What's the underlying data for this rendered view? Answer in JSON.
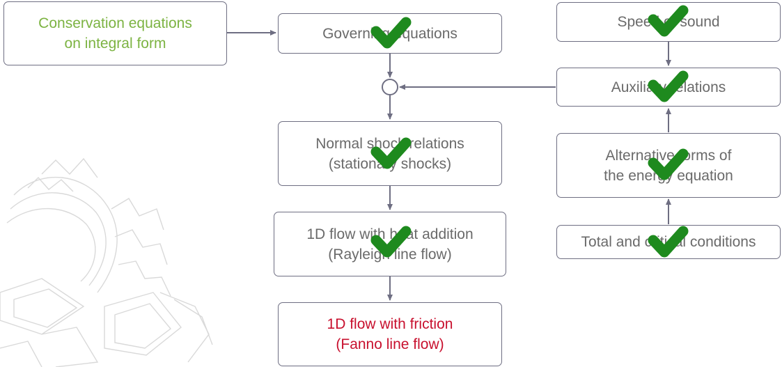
{
  "colors": {
    "border": "#6e6e82",
    "text": "#6a6a6a",
    "highlight_green": "#7cb342",
    "highlight_red": "#c8102e",
    "check": "#1e8a1e",
    "watermark": "#d9d9d9"
  },
  "nodes": {
    "conservation": {
      "line1": "Conservation equations",
      "line2": "on integral form"
    },
    "governing": {
      "line1": "Governing equations"
    },
    "normal_shock": {
      "line1": "Normal shock relations",
      "line2": "(stationary shocks)"
    },
    "heat_addition": {
      "line1": "1D flow with heat addition",
      "line2": "(Rayleigh line flow)"
    },
    "friction": {
      "line1": "1D flow with friction",
      "line2": "(Fanno line flow)"
    },
    "speed_of_sound": {
      "line1": "Speed of sound"
    },
    "auxiliary": {
      "line1": "Auxiliary relations"
    },
    "energy_forms": {
      "line1": "Alternative forms of",
      "line2": "the energy equation"
    },
    "total_critical": {
      "line1": "Total and critical conditions"
    }
  },
  "icons": {
    "check": "check-mark-icon",
    "junction": "junction-circle",
    "watermark": "university-seal-watermark"
  }
}
